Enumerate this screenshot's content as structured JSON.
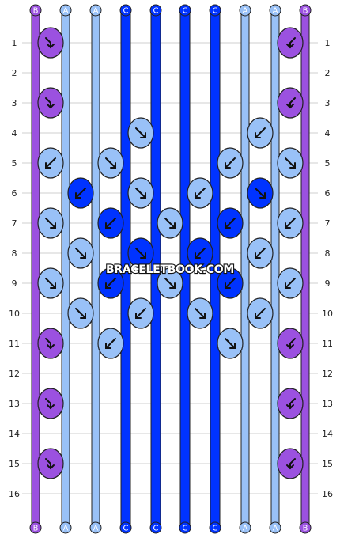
{
  "colors": {
    "A": "#99c1f7",
    "B": "#9b51e0",
    "C": "#0033ff",
    "outline": "#222222",
    "grid": "#cfcfcf"
  },
  "strands": {
    "top": [
      "B",
      "A",
      "A",
      "C",
      "C",
      "C",
      "C",
      "A",
      "A",
      "B"
    ],
    "bottom": [
      "B",
      "A",
      "A",
      "C",
      "C",
      "C",
      "C",
      "A",
      "A",
      "B"
    ]
  },
  "row_labels": [
    "1",
    "2",
    "3",
    "4",
    "5",
    "6",
    "7",
    "8",
    "9",
    "10",
    "11",
    "12",
    "13",
    "14",
    "15",
    "16"
  ],
  "watermark": "BRACELETBOOK.COM",
  "knots": [
    {
      "row": 1,
      "col": 0,
      "color": "B",
      "dir": "fb"
    },
    {
      "row": 1,
      "col": 4,
      "color": "B",
      "dir": "bf"
    },
    {
      "row": 3,
      "col": 0,
      "color": "B",
      "dir": "fb"
    },
    {
      "row": 3,
      "col": 4,
      "color": "B",
      "dir": "bf"
    },
    {
      "row": 4,
      "col": 1,
      "color": "A",
      "dir": "f"
    },
    {
      "row": 4,
      "col": 3,
      "color": "A",
      "dir": "b"
    },
    {
      "row": 5,
      "col": 0,
      "color": "A",
      "dir": "b"
    },
    {
      "row": 5,
      "col": 1,
      "color": "A",
      "dir": "f"
    },
    {
      "row": 5,
      "col": 3,
      "color": "A",
      "dir": "b"
    },
    {
      "row": 5,
      "col": 4,
      "color": "A",
      "dir": "f"
    },
    {
      "row": 6,
      "col": 0,
      "color": "C",
      "dir": "b"
    },
    {
      "row": 6,
      "col": 1,
      "color": "A",
      "dir": "f"
    },
    {
      "row": 6,
      "col": 2,
      "color": "A",
      "dir": "b"
    },
    {
      "row": 6,
      "col": 3,
      "color": "C",
      "dir": "f"
    },
    {
      "row": 7,
      "col": 0,
      "color": "A",
      "dir": "f"
    },
    {
      "row": 7,
      "col": 1,
      "color": "C",
      "dir": "b"
    },
    {
      "row": 7,
      "col": 2,
      "color": "A",
      "dir": "f"
    },
    {
      "row": 7,
      "col": 3,
      "color": "C",
      "dir": "b"
    },
    {
      "row": 7,
      "col": 4,
      "color": "A",
      "dir": "b"
    },
    {
      "row": 8,
      "col": 0,
      "color": "A",
      "dir": "f"
    },
    {
      "row": 8,
      "col": 1,
      "color": "C",
      "dir": "f"
    },
    {
      "row": 8,
      "col": 2,
      "color": "C",
      "dir": "b"
    },
    {
      "row": 8,
      "col": 3,
      "color": "A",
      "dir": "b"
    },
    {
      "row": 9,
      "col": 0,
      "color": "A",
      "dir": "f"
    },
    {
      "row": 9,
      "col": 1,
      "color": "C",
      "dir": "b"
    },
    {
      "row": 9,
      "col": 2,
      "color": "A",
      "dir": "f"
    },
    {
      "row": 9,
      "col": 3,
      "color": "C",
      "dir": "b"
    },
    {
      "row": 9,
      "col": 4,
      "color": "A",
      "dir": "b"
    },
    {
      "row": 10,
      "col": 0,
      "color": "A",
      "dir": "f"
    },
    {
      "row": 10,
      "col": 1,
      "color": "A",
      "dir": "b"
    },
    {
      "row": 10,
      "col": 2,
      "color": "A",
      "dir": "f"
    },
    {
      "row": 10,
      "col": 3,
      "color": "A",
      "dir": "b"
    },
    {
      "row": 11,
      "col": 0,
      "color": "B",
      "dir": "fb"
    },
    {
      "row": 11,
      "col": 1,
      "color": "A",
      "dir": "b"
    },
    {
      "row": 11,
      "col": 3,
      "color": "A",
      "dir": "f"
    },
    {
      "row": 11,
      "col": 4,
      "color": "B",
      "dir": "bf"
    },
    {
      "row": 13,
      "col": 0,
      "color": "B",
      "dir": "fb"
    },
    {
      "row": 13,
      "col": 4,
      "color": "B",
      "dir": "bf"
    },
    {
      "row": 15,
      "col": 0,
      "color": "B",
      "dir": "fb"
    },
    {
      "row": 15,
      "col": 4,
      "color": "B",
      "dir": "bf"
    }
  ]
}
